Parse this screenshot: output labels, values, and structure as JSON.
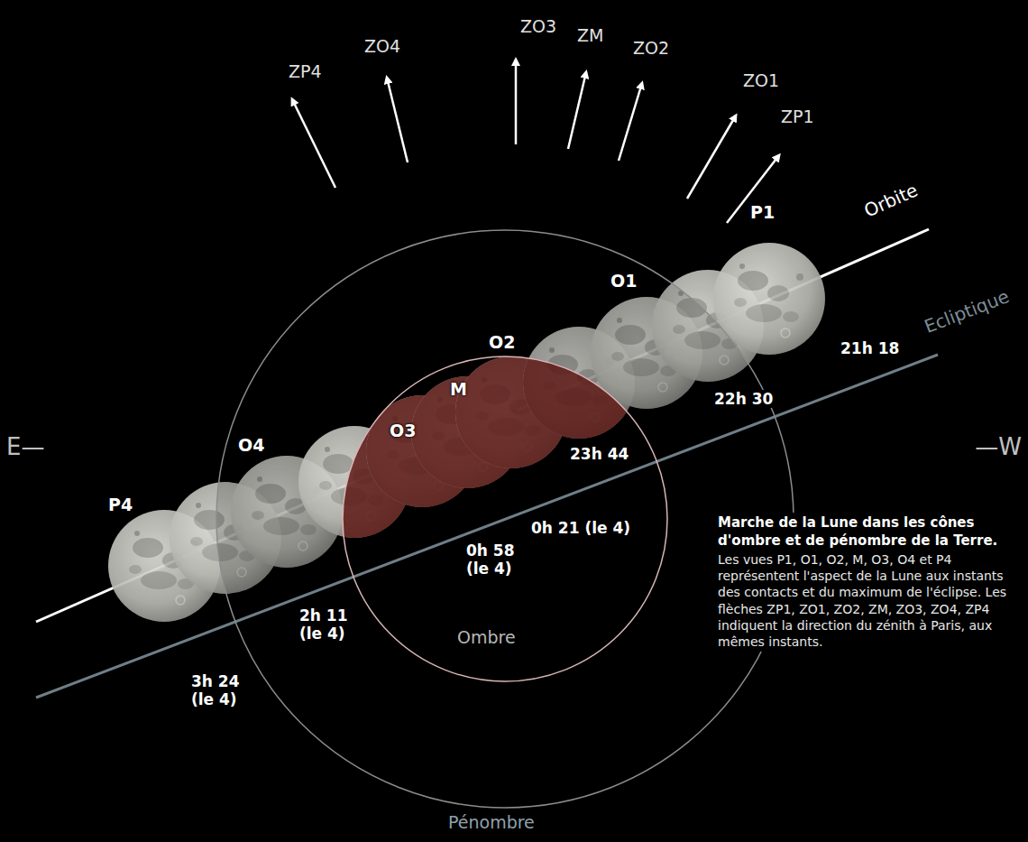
{
  "diagram": {
    "caption": "Marche de la Lune dans les cônes d'ombre et de pénombre de la Terre.",
    "labels": [
      "ZP4",
      "ZO4",
      "ZO3",
      "ZM",
      "ZO2",
      "ZO1",
      "ZP1",
      "Orbite",
      "P1",
      "Ecliptique",
      "O1",
      "21h 18",
      "O2",
      "22h 30",
      "M",
      "O3",
      "23h 44",
      "E—",
      "—W",
      "O4",
      "0h 21 (le 4)",
      "P4",
      "0h 58 (le 4)",
      "2h 11 (le 4)",
      "3h 24 (le 4)",
      "Ombre",
      "Les vues P1, O1, O2, M, O3, O4 et P4 représentent l'aspect de la Lune aux instants des contacts et du maximum de l'éclipse. Les flèches ZP1, ZO1, ZO2, ZM, ZO3, ZO4, ZP4 indiquent la direction du zénith à Paris, aux mêmes instants.",
      "Pénombre"
    ]
  }
}
